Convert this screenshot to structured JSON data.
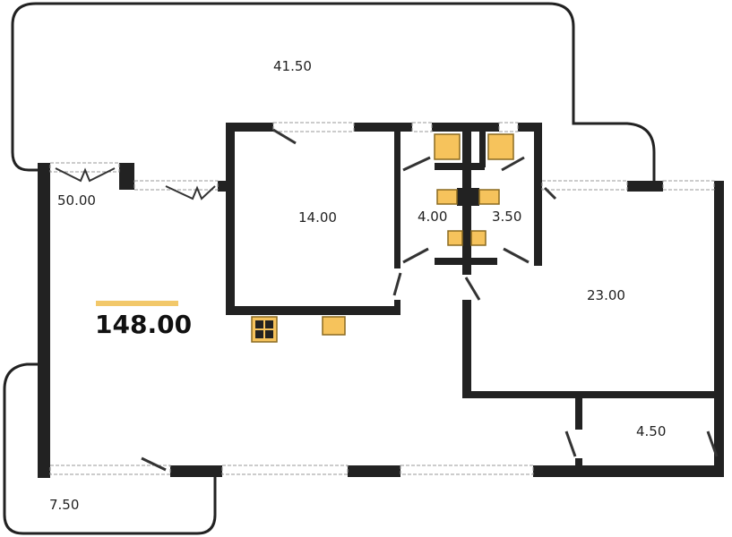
{
  "plan": {
    "total_area": "148.00",
    "rooms": [
      {
        "id": "terrace-top",
        "area": "41.50"
      },
      {
        "id": "living",
        "area": "50.00"
      },
      {
        "id": "bedroom",
        "area": "14.00"
      },
      {
        "id": "bath-1",
        "area": "4.00"
      },
      {
        "id": "bath-2",
        "area": "3.50"
      },
      {
        "id": "bedroom-2",
        "area": "23.00"
      },
      {
        "id": "storage",
        "area": "4.50"
      },
      {
        "id": "terrace-bottom",
        "area": "7.50"
      }
    ]
  },
  "colors": {
    "wall": "#222222",
    "fixture": "#f6c35c",
    "accent_bar": "#f2c86a"
  }
}
